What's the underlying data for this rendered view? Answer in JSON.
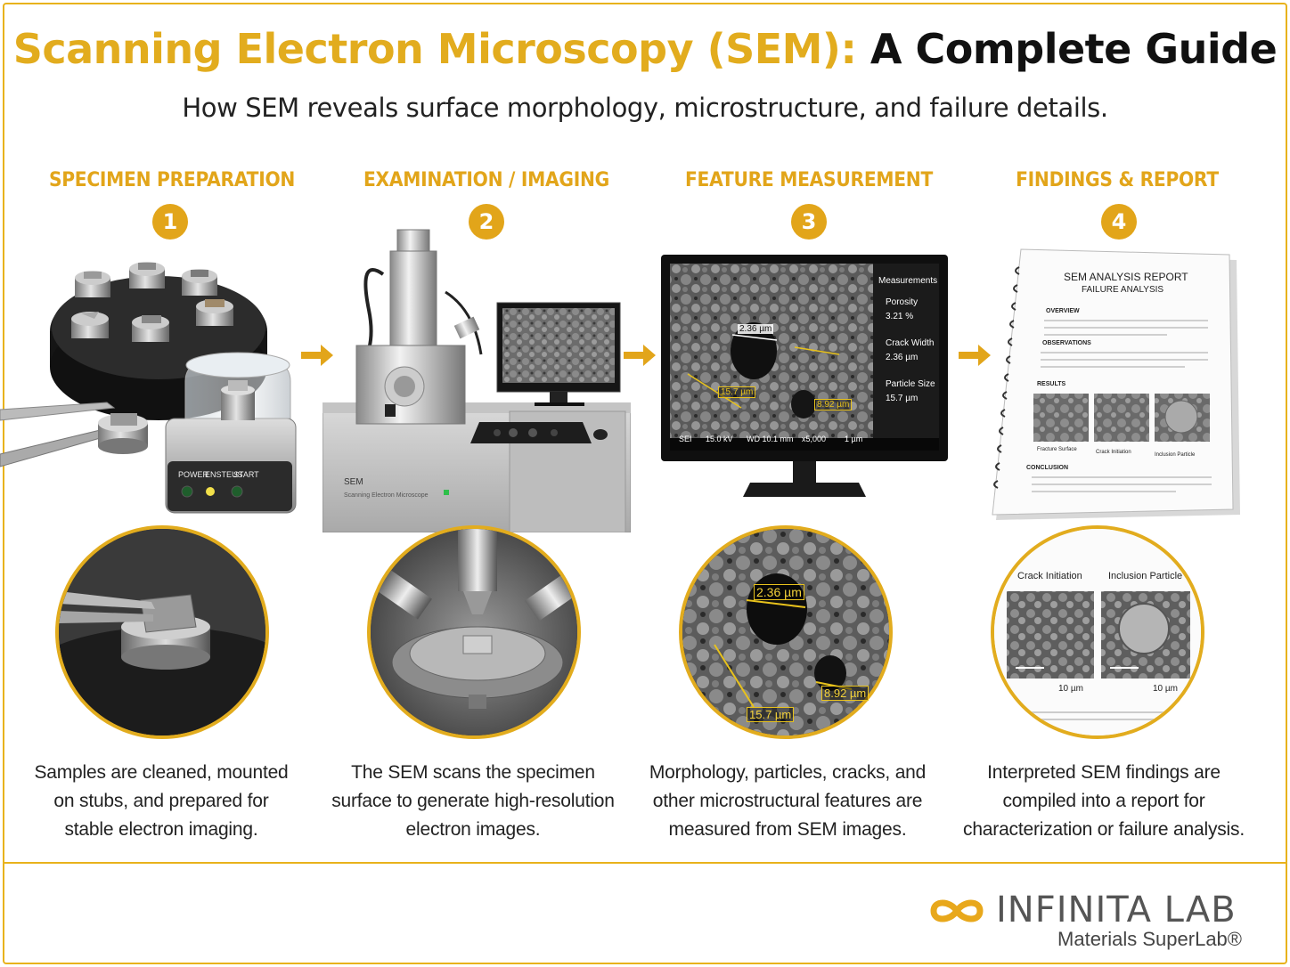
{
  "title": {
    "part1": "Scanning Electron Microscopy (SEM):",
    "part2": "A Complete Guide"
  },
  "subtitle": "How SEM reveals surface morphology, microstructure, and failure details.",
  "colors": {
    "accent": "#e2a51a",
    "text": "#1a1a1a",
    "border": "#e8b21c"
  },
  "steps": [
    {
      "number": "1",
      "label": "SPECIMEN PREPARATION",
      "description": [
        "Samples are cleaned, mounted",
        "on stubs, and prepared for",
        "stable electron imaging."
      ]
    },
    {
      "number": "2",
      "label": "EXAMINATION / IMAGING",
      "description": [
        "The SEM scans the specimen",
        "surface to generate high-resolution",
        "electron images."
      ]
    },
    {
      "number": "3",
      "label": "FEATURE MEASUREMENT",
      "description": [
        "Morphology, particles, cracks, and",
        "other microstructural features are",
        "measured from SEM images."
      ]
    },
    {
      "number": "4",
      "label": "FINDINGS & REPORT",
      "description": [
        "Interpreted SEM findings are",
        "compiled into a report for",
        "characterization or failure analysis."
      ]
    }
  ],
  "polisher": {
    "power": "POWER",
    "brand": "ENSTEUS",
    "start": "START"
  },
  "sem_machine": {
    "label": "SEM",
    "sublabel": "Scanning Electron Microscope"
  },
  "monitor": {
    "panel_title": "Measurements",
    "items": [
      {
        "name": "Porosity",
        "value": "3.21 %"
      },
      {
        "name": "Crack Width",
        "value": "2.36 µm"
      },
      {
        "name": "Particle Size",
        "value": "15.7 µm"
      }
    ],
    "annotations": [
      "2.36 µm",
      "15.7 µm",
      "8.92 µm"
    ],
    "statusbar": {
      "mode": "SEI",
      "voltage": "15.0 kV",
      "wd": "WD 10.1 mm",
      "mag": "x5,000",
      "scale": "1 µm"
    }
  },
  "report": {
    "title": "SEM ANALYSIS REPORT",
    "subtitle": "FAILURE ANALYSIS",
    "sections": [
      "OVERVIEW",
      "OBSERVATIONS",
      "RESULTS",
      "CONCLUSION"
    ],
    "captions": [
      "Fracture Surface",
      "Crack Initiation",
      "Inclusion Particle"
    ]
  },
  "zoom_measure": {
    "labels": [
      "2.36 µm",
      "15.7 µm",
      "8.92 µm"
    ]
  },
  "zoom_report": {
    "captions": [
      "Crack Initiation",
      "Inclusion Particle"
    ],
    "scales": [
      "10 µm",
      "10 µm"
    ]
  },
  "logo": {
    "name": "INFINITA LAB",
    "tagline": "Materials SuperLab®"
  },
  "icons": [
    "arrow-right-icon",
    "infinity-logo-icon"
  ]
}
